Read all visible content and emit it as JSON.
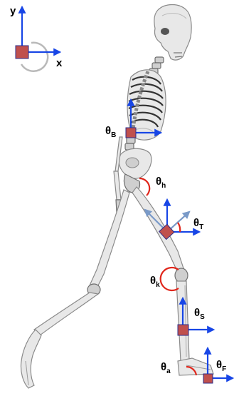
{
  "colors": {
    "axis": "#1846e6",
    "axis_muted": "#7a9ac8",
    "frame_box": "#c0504d",
    "angle_arc": "#e0261b"
  },
  "reference_frame": {
    "x_label": "x",
    "y_label": "y"
  },
  "angles": {
    "B": {
      "symbol": "θ",
      "subscript": "B"
    },
    "h": {
      "symbol": "θ",
      "subscript": "h"
    },
    "T": {
      "symbol": "θ",
      "subscript": "T"
    },
    "k": {
      "symbol": "θ",
      "subscript": "k"
    },
    "S": {
      "symbol": "θ",
      "subscript": "S"
    },
    "a": {
      "symbol": "θ",
      "subscript": "a"
    },
    "F": {
      "symbol": "θ",
      "subscript": "F"
    }
  }
}
